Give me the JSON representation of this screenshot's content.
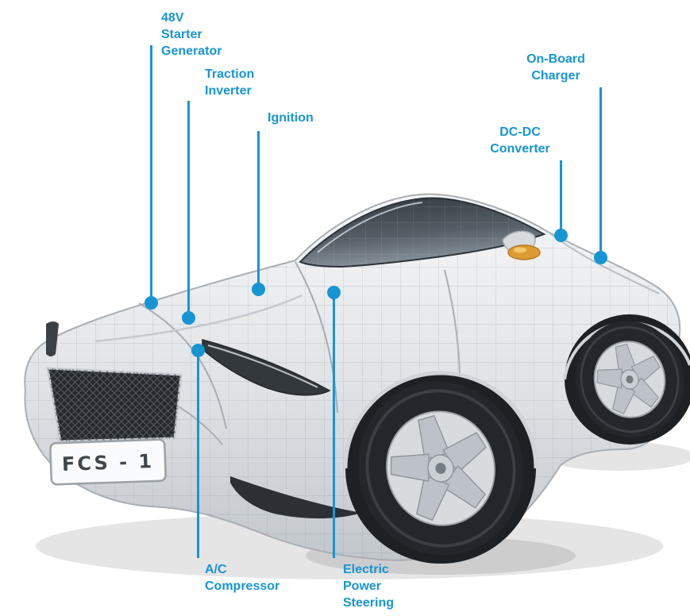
{
  "accent_color": "#1795d3",
  "car": {
    "license_plate": "FCS - 1",
    "body_color": "#d9dde0",
    "glass_color": "#3a4046",
    "indicator_color": "#dd9c33"
  },
  "callouts": [
    {
      "id": "starter-generator",
      "label": "48V Starter\nGenerator"
    },
    {
      "id": "traction-inverter",
      "label": "Traction\nInverter"
    },
    {
      "id": "ignition",
      "label": "Ignition"
    },
    {
      "id": "onboard-charger",
      "label": "On-Board\nCharger"
    },
    {
      "id": "dcdc-converter",
      "label": "DC-DC\nConverter"
    },
    {
      "id": "ac-compressor",
      "label": "A/C\nCompressor"
    },
    {
      "id": "electric-power-steering",
      "label": "Electric Power\nSteering"
    }
  ]
}
